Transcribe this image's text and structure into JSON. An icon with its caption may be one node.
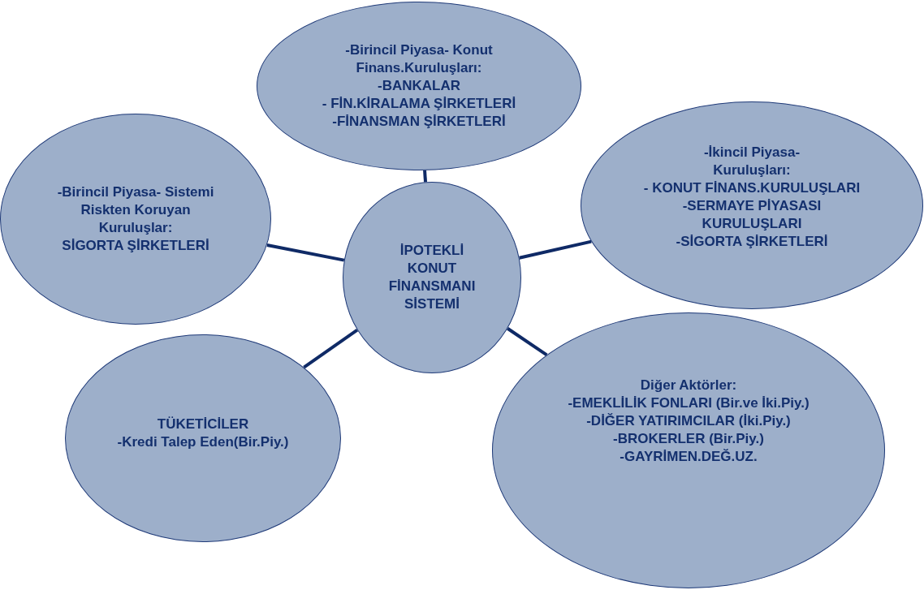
{
  "diagram": {
    "nodes": [
      {
        "text": [
          "-Birincil Piyasa- Konut Finans.Kuruluşları:",
          "-BANKALAR",
          "- FİN.KİRALAMA ŞİRKETLERİ",
          "-FİNANSMAN ŞİRKETLERİ"
        ]
      },
      {
        "text": [
          "-Birincil Piyasa- Sistemi Riskten Koruyan Kuruluşlar:",
          "SİGORTA ŞİRKETLERİ"
        ]
      },
      {
        "text": [
          "-İkincil Piyasa- Kuruluşları:",
          "- KONUT FİNANS.KURULUŞLARI",
          "-SERMAYE PİYASASI KURULUŞLARI",
          "-SİGORTA ŞİRKETLERİ"
        ]
      },
      {
        "text": [
          "İPOTEKLİ KONUT FİNANSMANI SİSTEMİ"
        ]
      },
      {
        "text": [
          "TÜKETİCİLER",
          "-Kredi Talep Eden(Bir.Piy.)"
        ]
      },
      {
        "text": [
          "Diğer Aktörler:",
          "-EMEKLİLİK FONLARI (Bir.ve İki.Piy.)",
          "-DİĞER YATIRIMCILAR (İki.Piy.)",
          "-BROKERLER (Bir.Piy.)",
          "-GAYRİMEN.DEĞ.UZ."
        ]
      }
    ],
    "edges": [
      {
        "from": 3,
        "to": 0,
        "arrow": "none"
      },
      {
        "from": 3,
        "to": 1,
        "arrow": "none"
      },
      {
        "from": 3,
        "to": 2,
        "arrow": "none"
      },
      {
        "from": 3,
        "to": 4,
        "arrow": "none"
      },
      {
        "from": 3,
        "to": 5,
        "arrow": "none"
      }
    ]
  }
}
